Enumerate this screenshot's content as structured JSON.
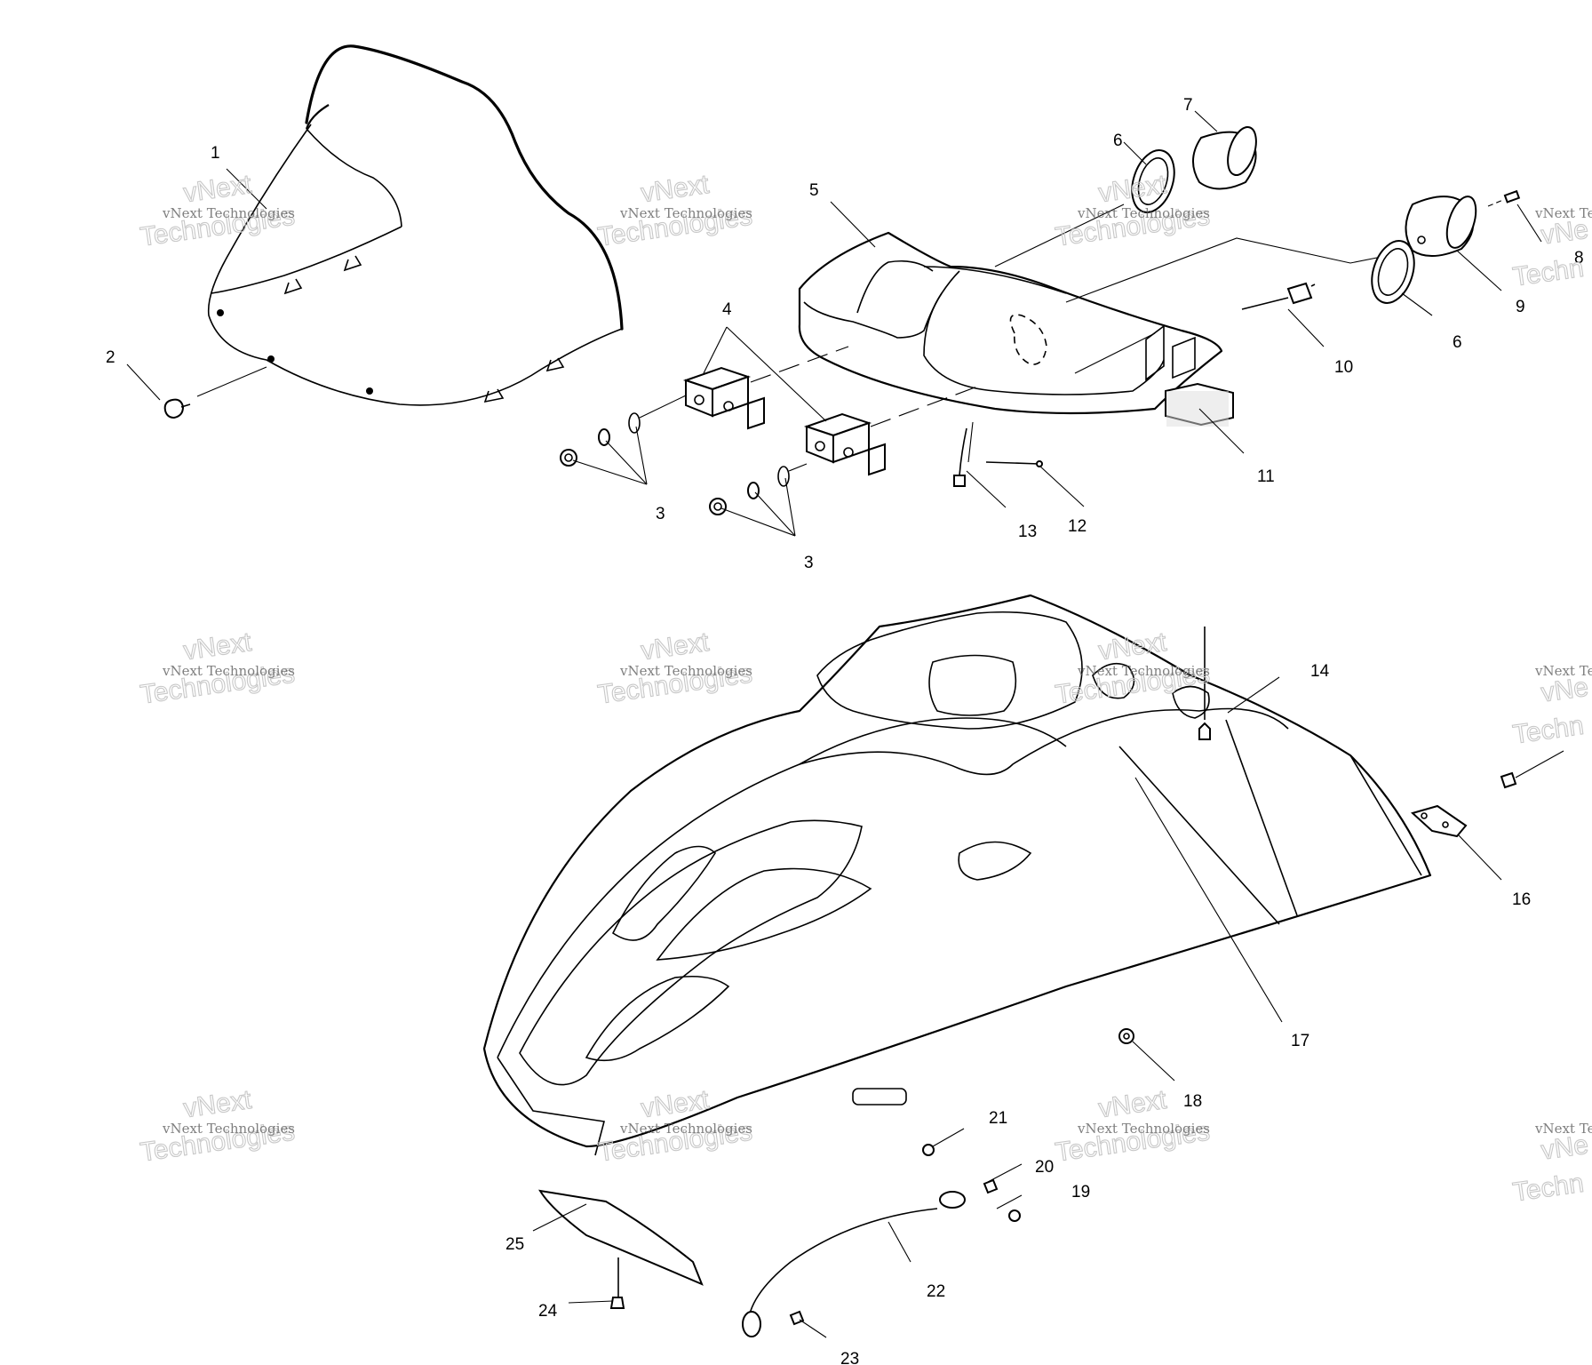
{
  "callouts": [
    "1",
    "2",
    "3",
    "3",
    "4",
    "5",
    "6",
    "6",
    "7",
    "8",
    "9",
    "10",
    "11",
    "12",
    "13",
    "14",
    "16",
    "17",
    "18",
    "19",
    "20",
    "21",
    "22",
    "23",
    "24",
    "25"
  ],
  "watermark": {
    "small": "vNext Technologies",
    "large_top": "vNext",
    "large_bottom": "Technologies",
    "large_partial": "vNe",
    "large_partial_bottom": "Techn",
    "small_partial": "vNext Te"
  }
}
